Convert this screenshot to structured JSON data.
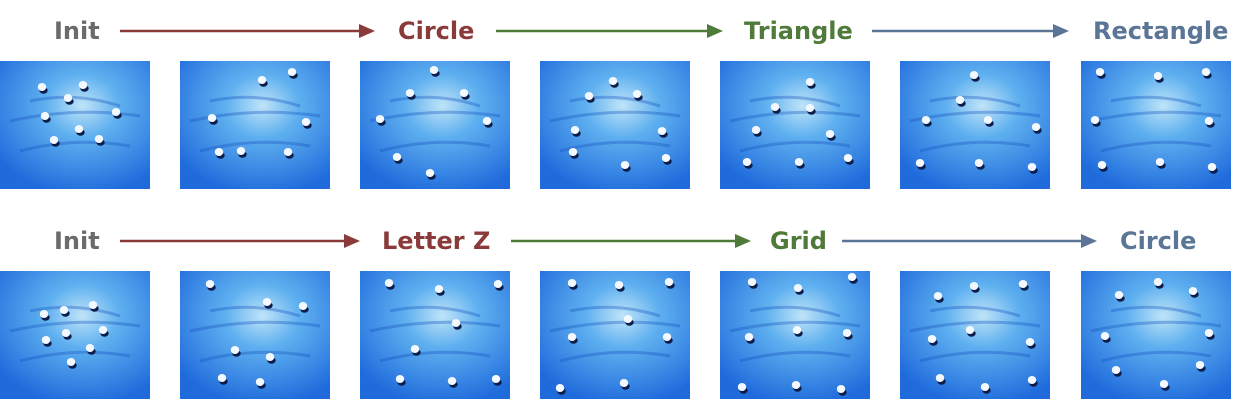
{
  "colors": {
    "init": "#6b6b6b",
    "red": "#8b3a3a",
    "green": "#4f7a3a",
    "blue": "#5a7596",
    "cloth_dark": "#1f6bdc",
    "cloth_light": "#bfe4f8"
  },
  "rows": [
    {
      "labels": [
        {
          "text": "Init",
          "color": "init"
        },
        {
          "text": "Circle",
          "color": "red"
        },
        {
          "text": "Triangle",
          "color": "green"
        },
        {
          "text": "Rectangle",
          "color": "blue"
        }
      ],
      "arrows": [
        {
          "color": "red"
        },
        {
          "color": "green"
        },
        {
          "color": "blue"
        }
      ],
      "panels": [
        {
          "caps": [
            [
              42,
              87
            ],
            [
              83,
              85
            ],
            [
              68,
              98
            ],
            [
              45,
              116
            ],
            [
              116,
              112
            ],
            [
              79,
              129
            ],
            [
              54,
              140
            ],
            [
              99,
              139
            ]
          ]
        },
        {
          "caps": [
            [
              262,
              80
            ],
            [
              292,
              72
            ],
            [
              212,
              118
            ],
            [
              306,
              122
            ],
            [
              219,
              152
            ],
            [
              241,
              151
            ],
            [
              288,
              152
            ]
          ]
        },
        {
          "caps": [
            [
              434,
              70
            ],
            [
              410,
              93
            ],
            [
              464,
              93
            ],
            [
              380,
              119
            ],
            [
              487,
              121
            ],
            [
              397,
              157
            ],
            [
              430,
              173
            ]
          ]
        },
        {
          "caps": [
            [
              613,
              81
            ],
            [
              589,
              96
            ],
            [
              637,
              94
            ],
            [
              575,
              130
            ],
            [
              662,
              131
            ],
            [
              573,
              152
            ],
            [
              666,
              158
            ],
            [
              625,
              165
            ]
          ]
        },
        {
          "caps": [
            [
              810,
              82
            ],
            [
              775,
              107
            ],
            [
              810,
              108
            ],
            [
              756,
              130
            ],
            [
              830,
              134
            ],
            [
              747,
              162
            ],
            [
              799,
              162
            ],
            [
              848,
              158
            ]
          ]
        },
        {
          "caps": [
            [
              974,
              75
            ],
            [
              960,
              100
            ],
            [
              988,
              120
            ],
            [
              926,
              120
            ],
            [
              1036,
              127
            ],
            [
              920,
              163
            ],
            [
              979,
              163
            ],
            [
              1032,
              167
            ]
          ]
        },
        {
          "caps": [
            [
              1100,
              72
            ],
            [
              1158,
              76
            ],
            [
              1206,
              72
            ],
            [
              1095,
              120
            ],
            [
              1209,
              121
            ],
            [
              1102,
              165
            ],
            [
              1160,
              162
            ],
            [
              1212,
              167
            ]
          ]
        }
      ]
    },
    {
      "labels": [
        {
          "text": "Init",
          "color": "init"
        },
        {
          "text": "Letter Z",
          "color": "red"
        },
        {
          "text": "Grid",
          "color": "green"
        },
        {
          "text": "Circle",
          "color": "blue"
        }
      ],
      "arrows": [
        {
          "color": "red"
        },
        {
          "color": "green"
        },
        {
          "color": "blue"
        }
      ],
      "panels": [
        {
          "caps": [
            [
              64,
              310
            ],
            [
              93,
              305
            ],
            [
              44,
              314
            ],
            [
              66,
              333
            ],
            [
              103,
              330
            ],
            [
              46,
              340
            ],
            [
              90,
              348
            ],
            [
              71,
              362
            ]
          ]
        },
        {
          "caps": [
            [
              210,
              284
            ],
            [
              267,
              302
            ],
            [
              303,
              306
            ],
            [
              235,
              350
            ],
            [
              270,
              357
            ],
            [
              222,
              378
            ],
            [
              260,
              382
            ]
          ]
        },
        {
          "caps": [
            [
              389,
              283
            ],
            [
              439,
              289
            ],
            [
              498,
              284
            ],
            [
              456,
              323
            ],
            [
              415,
              349
            ],
            [
              400,
              379
            ],
            [
              452,
              381
            ],
            [
              496,
              379
            ]
          ]
        },
        {
          "caps": [
            [
              572,
              283
            ],
            [
              619,
              285
            ],
            [
              669,
              282
            ],
            [
              628,
              319
            ],
            [
              572,
              337
            ],
            [
              667,
              337
            ],
            [
              560,
              388
            ],
            [
              624,
              383
            ]
          ]
        },
        {
          "caps": [
            [
              752,
              282
            ],
            [
              798,
              288
            ],
            [
              852,
              277
            ],
            [
              797,
              330
            ],
            [
              749,
              337
            ],
            [
              847,
              333
            ],
            [
              742,
              387
            ],
            [
              796,
              385
            ],
            [
              841,
              389
            ]
          ]
        },
        {
          "caps": [
            [
              974,
              286
            ],
            [
              938,
              296
            ],
            [
              1023,
              284
            ],
            [
              970,
              330
            ],
            [
              932,
              339
            ],
            [
              1030,
              342
            ],
            [
              940,
              378
            ],
            [
              985,
              387
            ],
            [
              1032,
              380
            ]
          ]
        },
        {
          "caps": [
            [
              1158,
              282
            ],
            [
              1193,
              291
            ],
            [
              1119,
              295
            ],
            [
              1105,
              336
            ],
            [
              1209,
              333
            ],
            [
              1116,
              370
            ],
            [
              1200,
              365
            ],
            [
              1164,
              384
            ]
          ]
        }
      ]
    }
  ]
}
